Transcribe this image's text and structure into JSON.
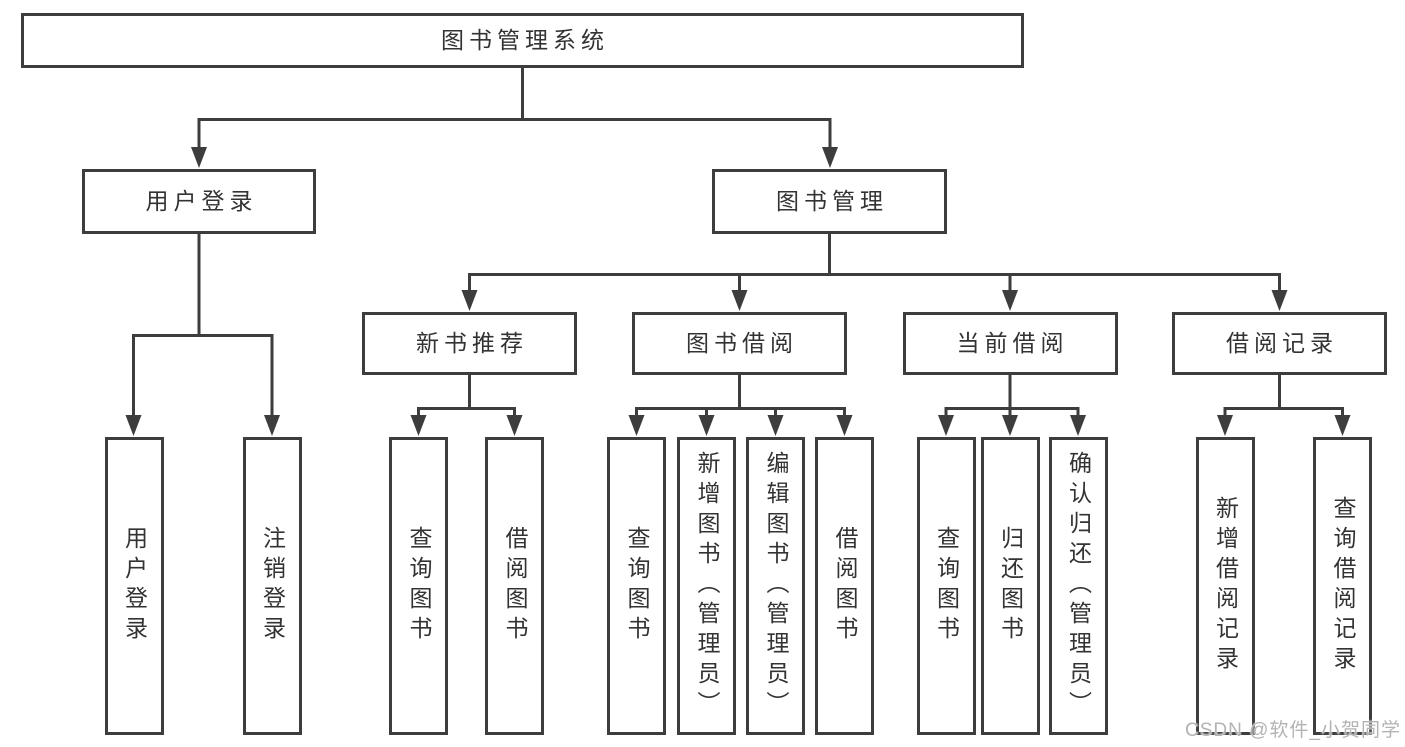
{
  "diagram": {
    "title": "图书管理系统",
    "colors": {
      "line": "#3d3d3d",
      "text": "#333333",
      "background": "#ffffff",
      "watermark": "#b3b3b3"
    },
    "nodes": {
      "root": "图书管理系统",
      "level2": {
        "user_login": "用户登录",
        "book_mgmt": "图书管理"
      },
      "user_login_children": {
        "login": "用户登录",
        "logout": "注销登录"
      },
      "book_mgmt_children": {
        "new_book": "新书推荐",
        "book_borrow": "图书借阅",
        "current_borrow": "当前借阅",
        "borrow_records": "借阅记录"
      },
      "new_book_children": {
        "query": "查询图书",
        "borrow": "借阅图书"
      },
      "book_borrow_children": {
        "query": "查询图书",
        "add": "新增图书（管理员）",
        "edit": "编辑图书（管理员）",
        "borrow": "借阅图书"
      },
      "current_borrow_children": {
        "query": "查询图书",
        "return": "归还图书",
        "confirm": "确认归还（管理员）"
      },
      "borrow_records_children": {
        "add": "新增借阅记录",
        "query": "查询借阅记录"
      }
    },
    "watermark": "CSDN @软件_小贺同学"
  }
}
